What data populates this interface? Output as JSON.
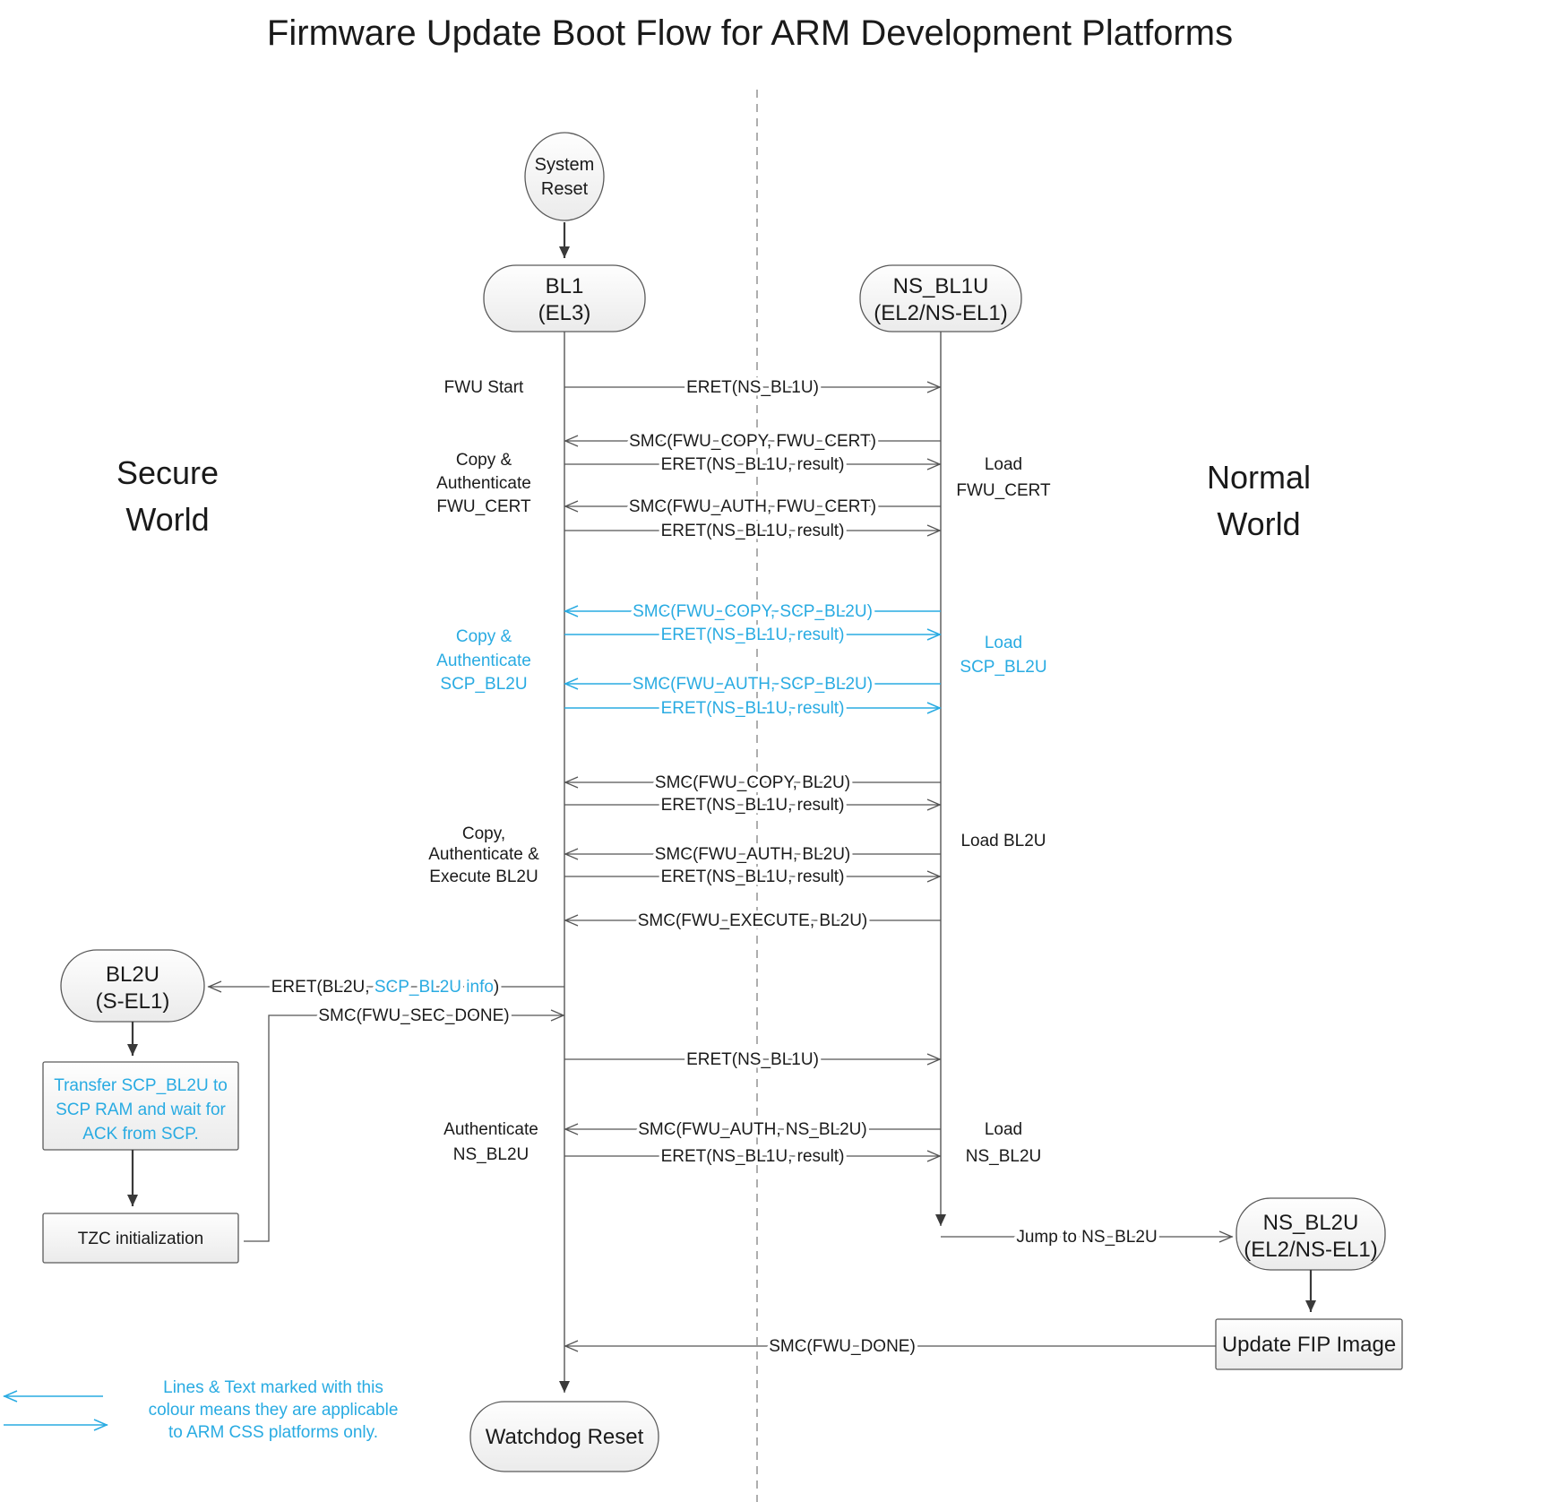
{
  "title": "Firmware Update Boot Flow for ARM Development Platforms",
  "colors": {
    "accent_blue": "#29ABE2",
    "line_gray": "#555555",
    "box_border": "#5a5a5a",
    "text": "#1a1a1a"
  },
  "worlds": {
    "secure": [
      "Secure",
      "World"
    ],
    "normal": [
      "Normal",
      "World"
    ]
  },
  "nodes": {
    "system_reset": [
      "System",
      "Reset"
    ],
    "bl1": [
      "BL1",
      "(EL3)"
    ],
    "ns_bl1u": [
      "NS_BL1U",
      "(EL2/NS-EL1)"
    ],
    "bl2u": [
      "BL2U",
      "(S-EL1)"
    ],
    "transfer_scp": [
      "Transfer SCP_BL2U to",
      "SCP RAM and wait for",
      "ACK from SCP."
    ],
    "tzc_init": "TZC initialization",
    "ns_bl2u": [
      "NS_BL2U",
      "(EL2/NS-EL1)"
    ],
    "update_fip": "Update FIP Image",
    "watchdog_reset": "Watchdog Reset"
  },
  "messages": {
    "eret_ns_bl1u_start": "ERET(NS_BL1U)",
    "smc_fwu_copy_fwu_cert": "SMC(FWU_COPY, FWU_CERT)",
    "eret_result_1": "ERET(NS_BL1U, result)",
    "smc_fwu_auth_fwu_cert": "SMC(FWU_AUTH, FWU_CERT)",
    "eret_result_2": "ERET(NS_BL1U, result)",
    "smc_fwu_copy_scp_bl2u": "SMC(FWU_COPY, SCP_BL2U)",
    "eret_result_3": "ERET(NS_BL1U, result)",
    "smc_fwu_auth_scp_bl2u": "SMC(FWU_AUTH, SCP_BL2U)",
    "eret_result_4": "ERET(NS_BL1U, result)",
    "smc_fwu_copy_bl2u": "SMC(FWU_COPY, BL2U)",
    "eret_result_5": "ERET(NS_BL1U, result)",
    "smc_fwu_auth_bl2u": "SMC(FWU_AUTH, BL2U)",
    "eret_result_6": "ERET(NS_BL1U, result)",
    "smc_fwu_execute_bl2u": "SMC(FWU_EXECUTE, BL2U)",
    "eret_bl2u_parts": [
      "ERET(BL2U, ",
      "SCP_BL2U info",
      ")"
    ],
    "smc_fwu_sec_done": "SMC(FWU_SEC_DONE)",
    "eret_ns_bl1u_2": "ERET(NS_BL1U)",
    "smc_fwu_auth_ns_bl2u": "SMC(FWU_AUTH, NS_BL2U)",
    "eret_result_7": "ERET(NS_BL1U, result)",
    "jump_to_ns_bl2u": "Jump to NS_BL2U",
    "smc_fwu_done": "SMC(FWU_DONE)"
  },
  "side_labels": {
    "fwu_start": "FWU Start",
    "copy_auth_fwu_cert": [
      "Copy &",
      "Authenticate",
      "FWU_CERT"
    ],
    "load_fwu_cert": [
      "Load",
      "FWU_CERT"
    ],
    "copy_auth_scp_bl2u": [
      "Copy &",
      "Authenticate",
      "SCP_BL2U"
    ],
    "load_scp_bl2u": [
      "Load",
      "SCP_BL2U"
    ],
    "copy_auth_exec_bl2u": [
      "Copy,",
      "Authenticate &",
      "Execute BL2U"
    ],
    "load_bl2u": "Load BL2U",
    "auth_ns_bl2u": [
      "Authenticate",
      "NS_BL2U"
    ],
    "load_ns_bl2u": [
      "Load",
      "NS_BL2U"
    ]
  },
  "legend": {
    "lines": [
      "Lines & Text marked with this",
      "colour means they are applicable",
      "to ARM CSS platforms only."
    ]
  }
}
